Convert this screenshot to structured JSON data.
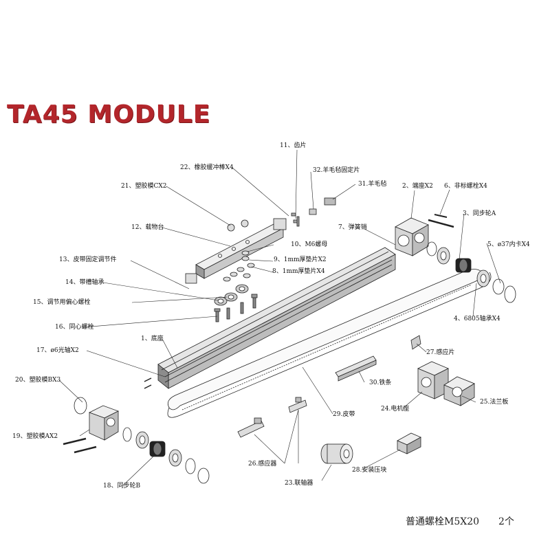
{
  "title": "TA45 MODULE",
  "footnote": {
    "text": "普通螺栓M5X20",
    "qty": "2个"
  },
  "labels": {
    "p1": "1、底座",
    "p2": "2、端座X2",
    "p3": "3、同步轮A",
    "p4": "4、6805轴承X4",
    "p5": "5、ø37内卡X4",
    "p6": "6、非标螺栓X4",
    "p7": "7、弹簧销",
    "p8": "8、1mm厚垫片X4",
    "p9": "9、1mm厚垫片X2",
    "p10": "10、M6螺母",
    "p11": "11、齿片",
    "p12": "12、载物台",
    "p13": "13、皮带固定调节件",
    "p14": "14、带槽轴承",
    "p15": "15、调节用偏心螺栓",
    "p16": "16、同心螺栓",
    "p17": "17、ø6光轴X2",
    "p18": "18、同步轮B",
    "p19": "19、塑胶模AX2",
    "p20": "20、塑胶模BX3",
    "p21": "21、塑胶模CX2",
    "p22": "22、橡胶缓冲棒X4",
    "p23": "23.联轴器",
    "p24": "24.电机座",
    "p25": "25.法兰板",
    "p26": "26.感应器",
    "p27": "27.感应片",
    "p28": "28.安装压块",
    "p29": "29.皮带",
    "p30": "30.铁条",
    "p31": "31.羊毛毡",
    "p32": "32.羊毛毡固定片"
  }
}
